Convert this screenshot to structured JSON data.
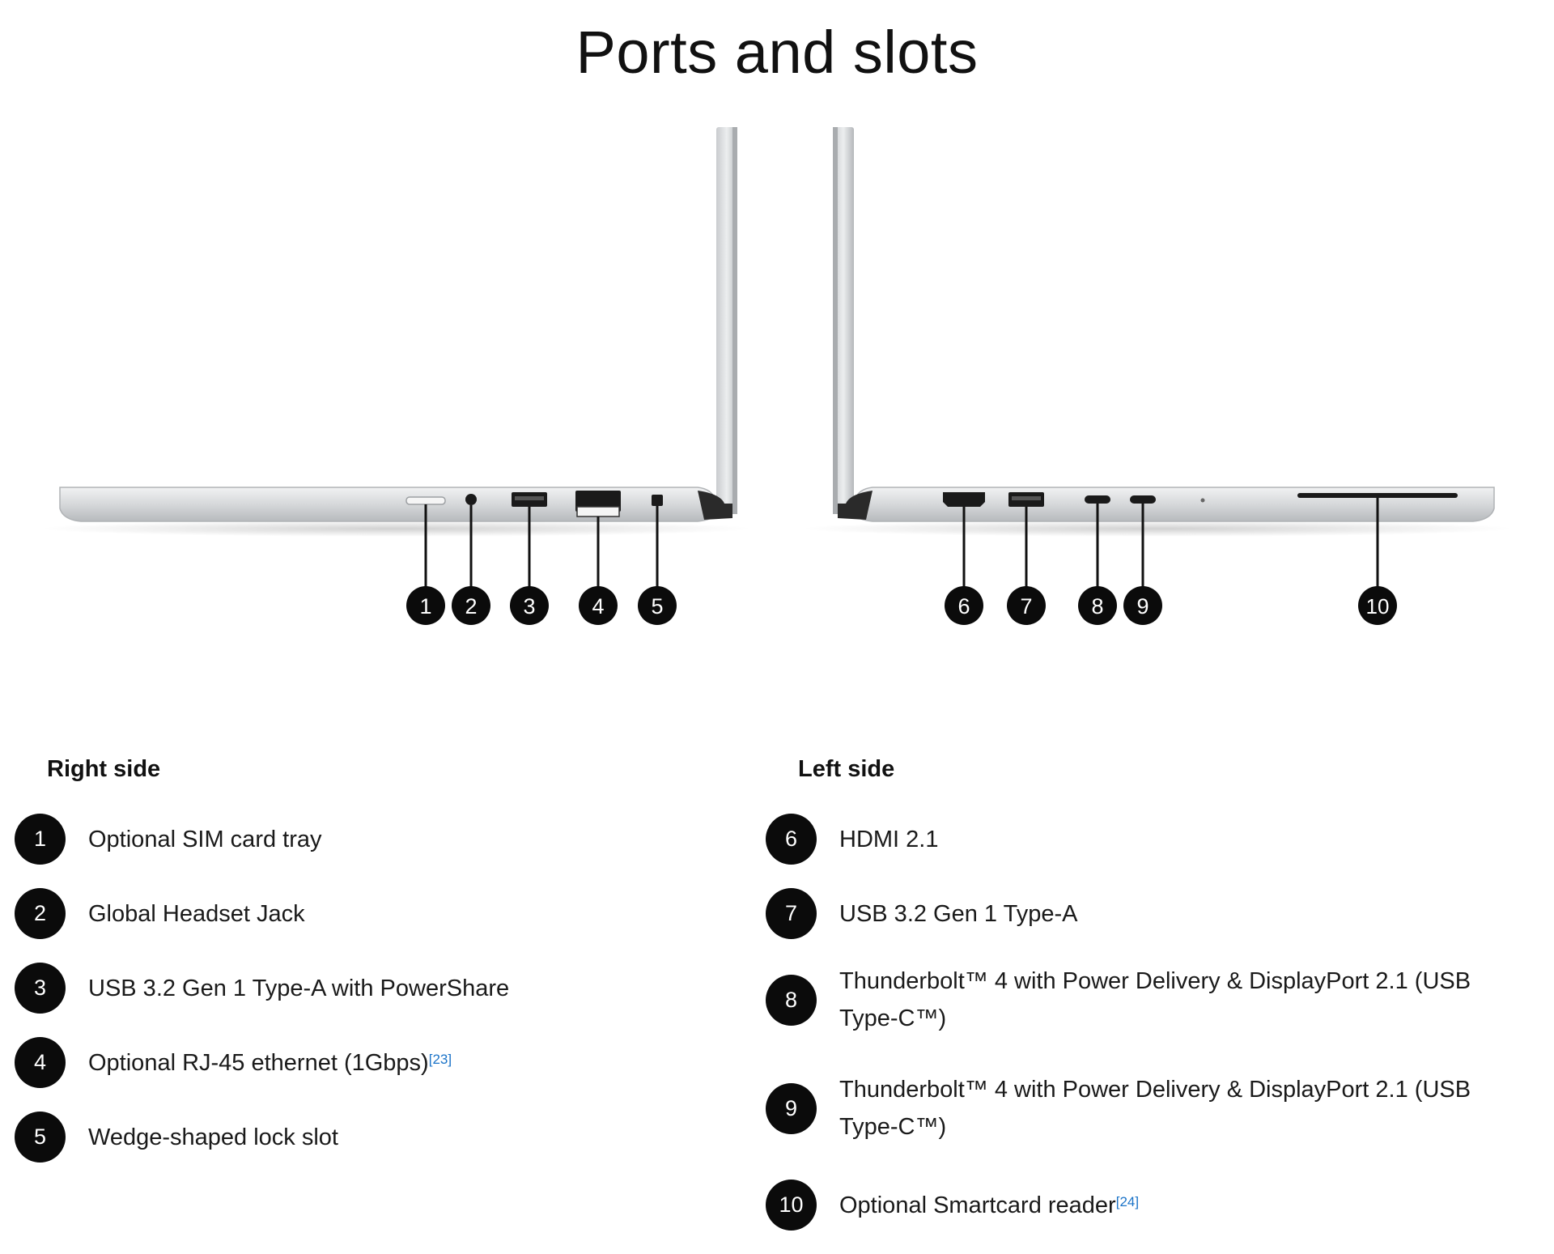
{
  "page": {
    "title": "Ports and slots"
  },
  "right_side": {
    "heading": "Right side",
    "items": [
      {
        "num": "1",
        "label": "Optional SIM card tray",
        "ref": ""
      },
      {
        "num": "2",
        "label": "Global Headset Jack",
        "ref": ""
      },
      {
        "num": "3",
        "label": "USB 3.2 Gen 1 Type-A with PowerShare",
        "ref": ""
      },
      {
        "num": "4",
        "label": "Optional RJ-45 ethernet (1Gbps)",
        "ref": "[23]"
      },
      {
        "num": "5",
        "label": "Wedge-shaped lock slot",
        "ref": ""
      }
    ]
  },
  "left_side": {
    "heading": "Left side",
    "items": [
      {
        "num": "6",
        "label": "HDMI 2.1",
        "ref": ""
      },
      {
        "num": "7",
        "label": "USB 3.2 Gen 1 Type-A",
        "ref": ""
      },
      {
        "num": "8",
        "label": "Thunderbolt™ 4 with Power Delivery & DisplayPort 2.1 (USB Type-C™)",
        "ref": ""
      },
      {
        "num": "9",
        "label": "Thunderbolt™ 4 with Power Delivery & DisplayPort 2.1 (USB Type-C™)",
        "ref": ""
      },
      {
        "num": "10",
        "label": "Optional Smartcard reader",
        "ref": "[24]"
      }
    ]
  },
  "diagram": {
    "callouts": [
      "1",
      "2",
      "3",
      "4",
      "5",
      "6",
      "7",
      "8",
      "9",
      "10"
    ],
    "colors": {
      "chassis": "#d9dbdd",
      "chassis_edge": "#b9bcbf",
      "port": "#1a1a1a",
      "badge": "#0b0b0b"
    }
  }
}
